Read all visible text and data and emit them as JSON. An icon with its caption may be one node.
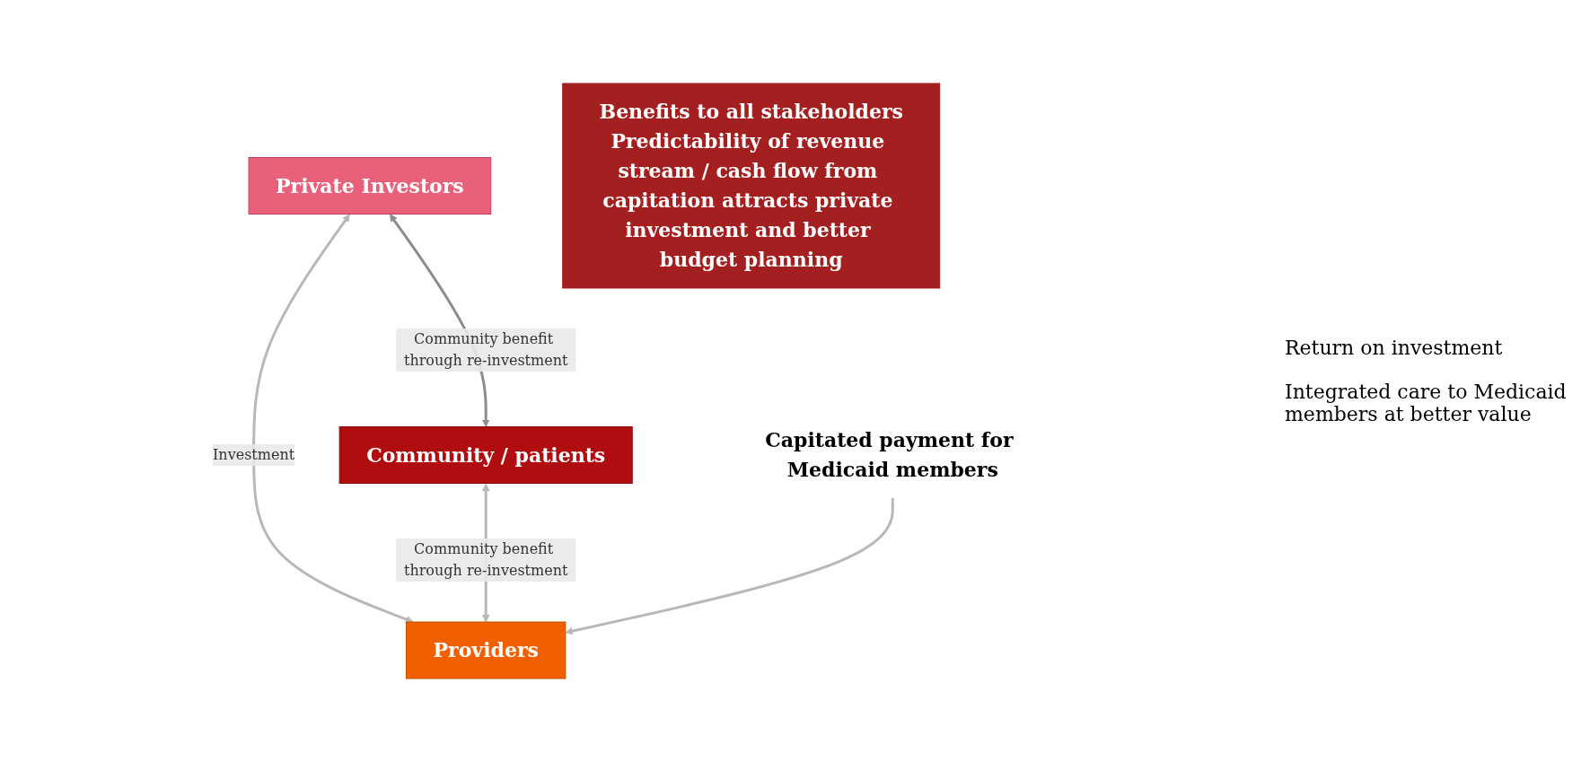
{
  "diagram": {
    "nodes": [
      {
        "text": [
          "Private Investors"
        ]
      },
      {
        "text": [
          "Community / patients"
        ]
      },
      {
        "text": [
          "Providers"
        ]
      },
      {
        "text": [
          "Capitated payment for Medicaid members"
        ]
      },
      {
        "text": [
          "Benefits to all stakeholders",
          "Predictability of revenue stream / cash flow from capitation attracts private investment and better budget planning"
        ]
      }
    ],
    "edges": [
      {
        "from": 0,
        "to": 1,
        "arrow": "both",
        "label": "Community benefit through re-investment",
        "color": "#8c8c8c"
      },
      {
        "from": 0,
        "to": 2,
        "arrow": "both",
        "label": "Investment"
      },
      {
        "from": 1,
        "to": 2,
        "arrow": "both",
        "label": "Community benefit through re-investment"
      },
      {
        "from": 3,
        "to": 2,
        "arrow": "to"
      }
    ],
    "labels": [
      "Return on investment",
      "Integrated care to Medicaid members at better value"
    ]
  }
}
